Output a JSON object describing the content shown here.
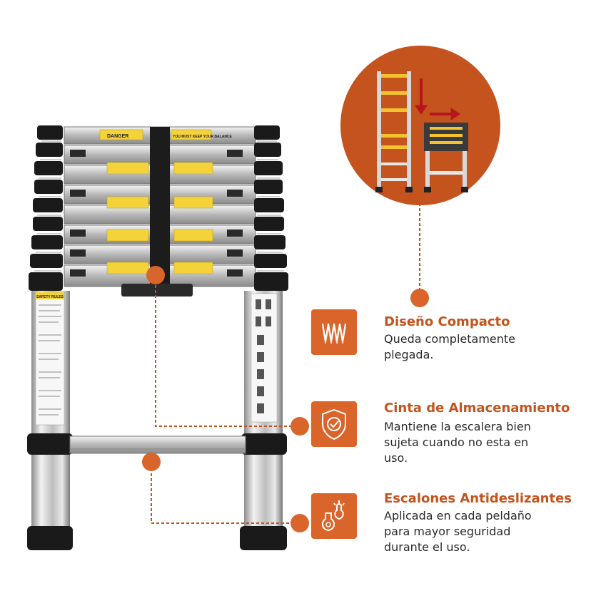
{
  "colors": {
    "accent": "#C4531E",
    "accent_light": "#D9652B",
    "text_dark": "#2b2b2b"
  },
  "ladder": {
    "danger_label": "DANGER",
    "balance_label": "YOU MUST KEEP YOUR BALANCE",
    "safety_label": "SAFETY RULES"
  },
  "features": [
    {
      "title": "Diseño Compacto",
      "desc_lines": [
        "Queda completamente",
        "plegada."
      ],
      "icon": "compact-zigzag-icon"
    },
    {
      "title": "Cinta de Almacenamiento",
      "desc_lines": [
        "Mantiene la escalera bien",
        "sujeta cuando no esta en",
        "uso."
      ],
      "icon": "shield-icon"
    },
    {
      "title": "Escalones Antideslizantes",
      "desc_lines": [
        "Aplicada en cada peldaño",
        "para mayor seguridad",
        "durante el uso."
      ],
      "icon": "antislip-flask-icon"
    }
  ]
}
